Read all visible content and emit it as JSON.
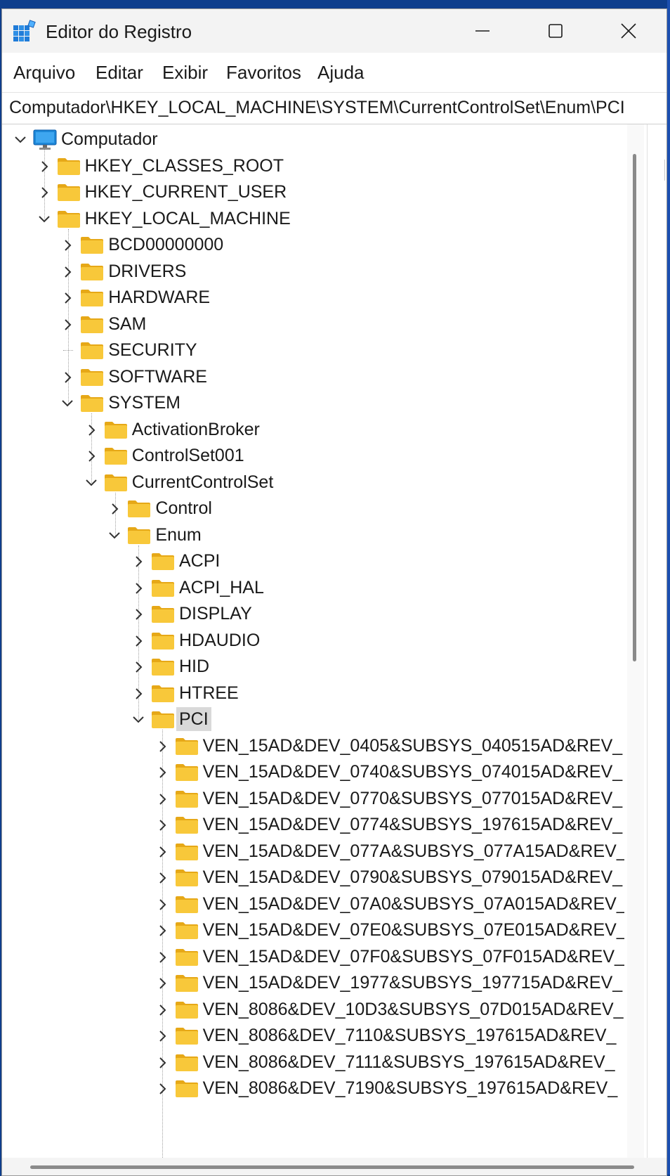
{
  "window": {
    "title": "Editor do Registro",
    "icon": "regedit-icon"
  },
  "menu": [
    "Arquivo",
    "Editar",
    "Exibir",
    "Favoritos",
    "Ajuda"
  ],
  "address": "Computador\\HKEY_LOCAL_MACHINE\\SYSTEM\\CurrentControlSet\\Enum\\PCI",
  "tree": [
    {
      "label": "Computador",
      "level": 0,
      "state": "expanded",
      "icon": "monitor-icon"
    },
    {
      "label": "HKEY_CLASSES_ROOT",
      "level": 1,
      "state": "collapsed"
    },
    {
      "label": "HKEY_CURRENT_USER",
      "level": 1,
      "state": "collapsed"
    },
    {
      "label": "HKEY_LOCAL_MACHINE",
      "level": 1,
      "state": "expanded"
    },
    {
      "label": "BCD00000000",
      "level": 2,
      "state": "collapsed"
    },
    {
      "label": "DRIVERS",
      "level": 2,
      "state": "collapsed"
    },
    {
      "label": "HARDWARE",
      "level": 2,
      "state": "collapsed"
    },
    {
      "label": "SAM",
      "level": 2,
      "state": "collapsed"
    },
    {
      "label": "SECURITY",
      "level": 2,
      "state": "none"
    },
    {
      "label": "SOFTWARE",
      "level": 2,
      "state": "collapsed"
    },
    {
      "label": "SYSTEM",
      "level": 2,
      "state": "expanded"
    },
    {
      "label": "ActivationBroker",
      "level": 3,
      "state": "collapsed"
    },
    {
      "label": "ControlSet001",
      "level": 3,
      "state": "collapsed"
    },
    {
      "label": "CurrentControlSet",
      "level": 3,
      "state": "expanded"
    },
    {
      "label": "Control",
      "level": 4,
      "state": "collapsed"
    },
    {
      "label": "Enum",
      "level": 4,
      "state": "expanded"
    },
    {
      "label": "ACPI",
      "level": 5,
      "state": "collapsed"
    },
    {
      "label": "ACPI_HAL",
      "level": 5,
      "state": "collapsed"
    },
    {
      "label": "DISPLAY",
      "level": 5,
      "state": "collapsed"
    },
    {
      "label": "HDAUDIO",
      "level": 5,
      "state": "collapsed"
    },
    {
      "label": "HID",
      "level": 5,
      "state": "collapsed"
    },
    {
      "label": "HTREE",
      "level": 5,
      "state": "collapsed"
    },
    {
      "label": "PCI",
      "level": 5,
      "state": "expanded",
      "selected": true
    },
    {
      "label": "VEN_15AD&DEV_0405&SUBSYS_040515AD&REV_",
      "level": 6,
      "state": "collapsed"
    },
    {
      "label": "VEN_15AD&DEV_0740&SUBSYS_074015AD&REV_",
      "level": 6,
      "state": "collapsed"
    },
    {
      "label": "VEN_15AD&DEV_0770&SUBSYS_077015AD&REV_",
      "level": 6,
      "state": "collapsed"
    },
    {
      "label": "VEN_15AD&DEV_0774&SUBSYS_197615AD&REV_",
      "level": 6,
      "state": "collapsed"
    },
    {
      "label": "VEN_15AD&DEV_077A&SUBSYS_077A15AD&REV_",
      "level": 6,
      "state": "collapsed"
    },
    {
      "label": "VEN_15AD&DEV_0790&SUBSYS_079015AD&REV_",
      "level": 6,
      "state": "collapsed"
    },
    {
      "label": "VEN_15AD&DEV_07A0&SUBSYS_07A015AD&REV_",
      "level": 6,
      "state": "collapsed"
    },
    {
      "label": "VEN_15AD&DEV_07E0&SUBSYS_07E015AD&REV_",
      "level": 6,
      "state": "collapsed"
    },
    {
      "label": "VEN_15AD&DEV_07F0&SUBSYS_07F015AD&REV_",
      "level": 6,
      "state": "collapsed"
    },
    {
      "label": "VEN_15AD&DEV_1977&SUBSYS_197715AD&REV_",
      "level": 6,
      "state": "collapsed"
    },
    {
      "label": "VEN_8086&DEV_10D3&SUBSYS_07D015AD&REV_",
      "level": 6,
      "state": "collapsed"
    },
    {
      "label": "VEN_8086&DEV_7110&SUBSYS_197615AD&REV_",
      "level": 6,
      "state": "collapsed"
    },
    {
      "label": "VEN_8086&DEV_7111&SUBSYS_197615AD&REV_",
      "level": 6,
      "state": "collapsed"
    },
    {
      "label": "VEN_8086&DEV_7190&SUBSYS_197615AD&REV_",
      "level": 6,
      "state": "collapsed"
    }
  ],
  "colors": {
    "folder": "#f8c83a",
    "folder_dark": "#e6a817",
    "selection": "#d9d9d9",
    "monitor": "#1e88d8"
  }
}
